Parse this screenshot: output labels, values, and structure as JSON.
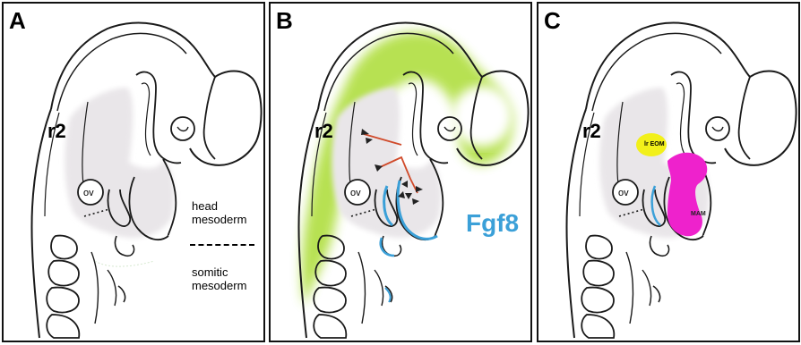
{
  "panels": {
    "a": {
      "letter": "A",
      "r2": "r2",
      "ov": "ov",
      "head_mesoderm": "head\nmesoderm",
      "somitic_mesoderm": "somitic\nmesoderm"
    },
    "b": {
      "letter": "B",
      "r2": "r2",
      "ov": "ov",
      "gene": "Fgf8"
    },
    "c": {
      "letter": "C",
      "r2": "r2",
      "ov": "ov",
      "lr_eom": "lr EOM",
      "mam": "MAM"
    }
  },
  "colors": {
    "outline": "#1a1a1a",
    "mesoderm": "#e9e6e9",
    "fgf8_green": "#b4e04a",
    "fgf8_blue": "#3ba0d8",
    "signal_arrow": "#d04a2a",
    "eom_yellow": "#f2f01a",
    "mam_magenta": "#ee22cc"
  }
}
